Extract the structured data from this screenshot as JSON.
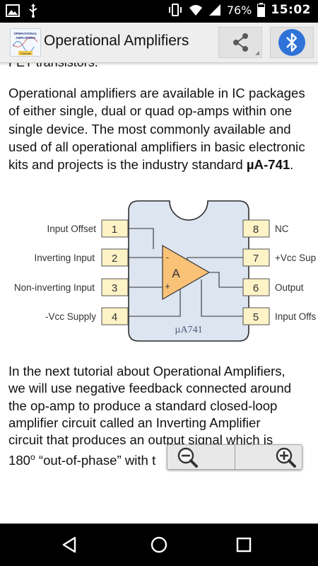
{
  "status_bar": {
    "battery_percent": "76%",
    "time": "15:02"
  },
  "app_bar": {
    "title": "Operational Amplifiers",
    "logo_text": {
      "line1": "OPERATIONAL",
      "line2": "AMPLIFIERS",
      "badge": "Tutorials"
    }
  },
  "content": {
    "cut_line": "FET transistors.",
    "para1_text": "Operational amplifiers are available in IC packages of either single, dual or quad op-amps within one single device. The most commonly available and used of all operational amplifiers in basic electronic kits and projects is the industry standard ",
    "para1_bold": "µA-741",
    "para1_end": ".",
    "para2_lines": [
      "In the next tutorial about Operational Amplifiers,",
      "we will use negative feedback connected around",
      "the op-amp to produce a standard closed-loop",
      "amplifier circuit called an Inverting Amplifier",
      "circuit that produces an output signal which is"
    ],
    "para2_last_start": "180",
    "para2_last_sup": "o",
    "para2_last_end": " “out-of-phase” with t"
  },
  "diagram": {
    "chip_label": "µA741",
    "amp_symbol": "A",
    "minus_sign": "-",
    "plus_sign": "+",
    "pins_left": [
      {
        "number": "1",
        "label": "Input Offset"
      },
      {
        "number": "2",
        "label": "Inverting Input"
      },
      {
        "number": "3",
        "label": "Non-inverting Input"
      },
      {
        "number": "4",
        "label": "-Vcc Supply"
      }
    ],
    "pins_right": [
      {
        "number": "8",
        "label": "NC"
      },
      {
        "number": "7",
        "label": "+Vcc Sup"
      },
      {
        "number": "6",
        "label": "Output"
      },
      {
        "number": "5",
        "label": "Input Offs"
      }
    ],
    "colors": {
      "chip_fill": "#dce5f0",
      "chip_stroke": "#2d2d2d",
      "pin_fill": "#fdf3c6",
      "amp_fill": "#f9c277"
    }
  },
  "colors": {
    "bluetooth": "#2f73d9",
    "status_bar": "#000000",
    "app_bar": "#eeeeee"
  }
}
